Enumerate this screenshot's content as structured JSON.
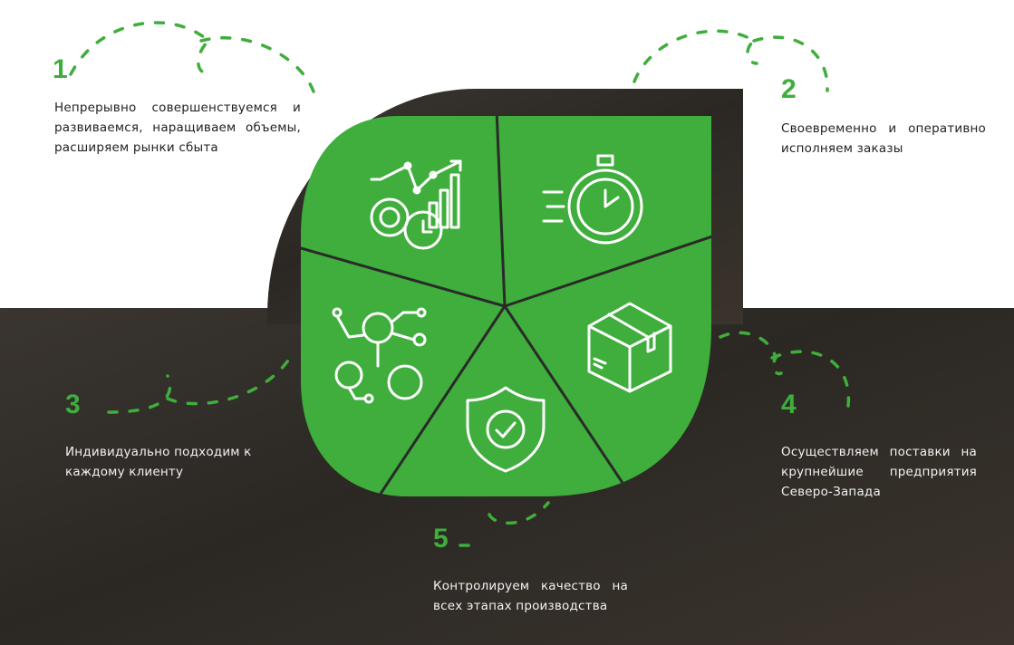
{
  "colors": {
    "accent": "#3fae3c",
    "dark_bg": "#2e2b27"
  },
  "items": [
    {
      "number": "1",
      "text": "Непрерывно совершенствуемся и развиваемся, наращиваем объемы, расширяем рынки сбыта",
      "icon": "growth-gear-clock-icon"
    },
    {
      "number": "2",
      "text": "Своевременно и оперативно исполняем заказы",
      "icon": "stopwatch-icon"
    },
    {
      "number": "3",
      "text": "Индивидуально подходим к каждому клиенту",
      "icon": "client-network-icon"
    },
    {
      "number": "4",
      "text": "Осуществляем поставки на крупнейшие предприятия Северо-Запада",
      "icon": "box-icon"
    },
    {
      "number": "5",
      "text": "Контролируем качество на всех этапах производства",
      "icon": "shield-check-icon"
    }
  ]
}
